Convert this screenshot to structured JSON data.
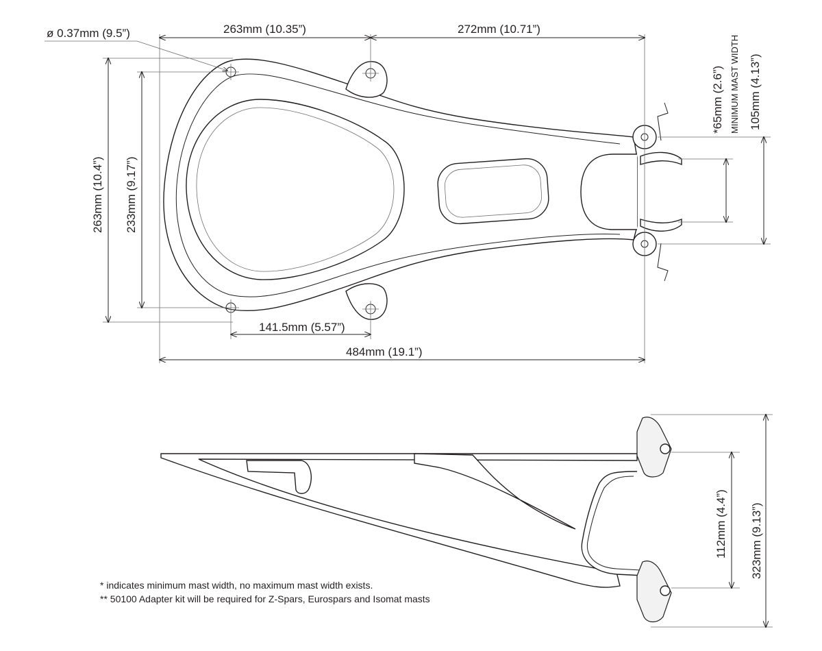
{
  "dimensions": {
    "hole_dia": "ø 0.37mm (9.5”)",
    "top_left_span": "263mm (10.35”)",
    "top_right_span": "272mm (10.71”)",
    "outer_height": "263mm (10.4”)",
    "inner_height": "233mm (9.17”)",
    "hole_spacing": "141.5mm (5.57”)",
    "overall_length": "484mm (19.1”)",
    "mast_min": "*65mm (2.6”)",
    "mast_min_label": "MINIMUM MAST WIDTH",
    "jaw_span": "105mm (4.13”)",
    "side_inner": "112mm (4.4”)",
    "side_outer": "323mm (9.13”)"
  },
  "notes": [
    "* indicates minimum mast width, no maximum mast width exists.",
    "** 50100 Adapter kit will be required for Z-Spars, Eurospars and Isomat masts"
  ]
}
